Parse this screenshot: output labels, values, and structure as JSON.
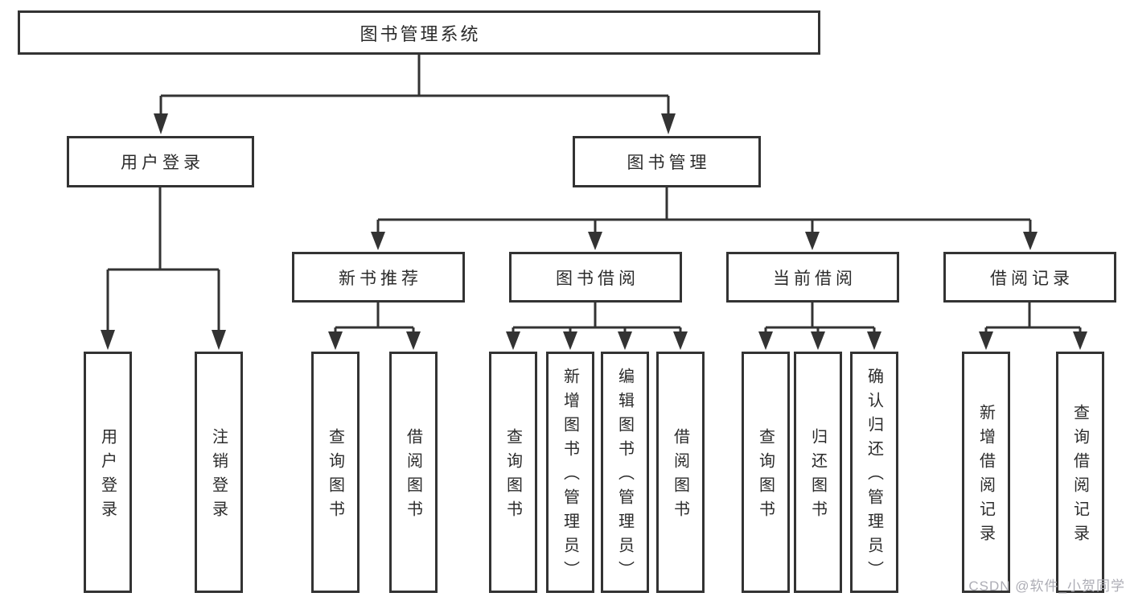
{
  "tree": {
    "root": "图书管理系统",
    "children": [
      {
        "label": "用户登录",
        "children": [
          {
            "label": "用户登录"
          },
          {
            "label": "注销登录"
          }
        ]
      },
      {
        "label": "图书管理",
        "children": [
          {
            "label": "新书推荐",
            "children": [
              {
                "label": "查询图书"
              },
              {
                "label": "借阅图书"
              }
            ]
          },
          {
            "label": "图书借阅",
            "children": [
              {
                "label": "查询图书"
              },
              {
                "label": "新增图书（管理员）"
              },
              {
                "label": "编辑图书（管理员）"
              },
              {
                "label": "借阅图书"
              }
            ]
          },
          {
            "label": "当前借阅",
            "children": [
              {
                "label": "查询图书"
              },
              {
                "label": "归还图书"
              },
              {
                "label": "确认归还（管理员）"
              }
            ]
          },
          {
            "label": "借阅记录",
            "children": [
              {
                "label": "新增借阅记录"
              },
              {
                "label": "查询借阅记录"
              }
            ]
          }
        ]
      }
    ]
  },
  "watermark": {
    "text": "CSDN @软件_小贺同学"
  },
  "colors": {
    "line": "#333333",
    "border": "#333333",
    "text": "#2b2b2b",
    "bg": "#ffffff",
    "watermark": "#adadb5"
  }
}
